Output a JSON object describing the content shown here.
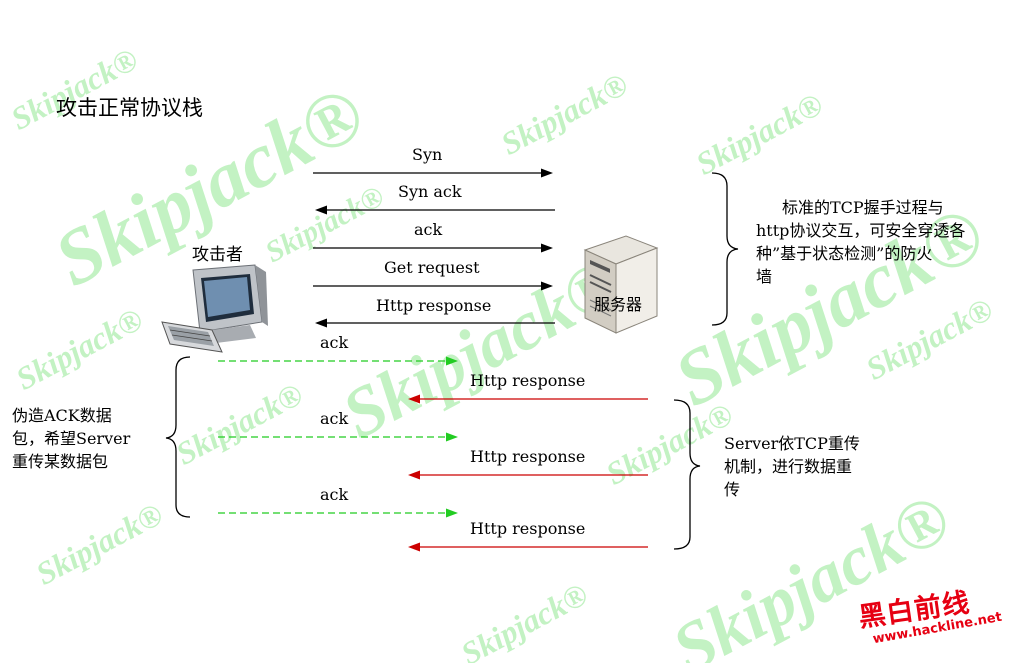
{
  "title": "攻击正常协议栈",
  "attacker_label": "攻击者",
  "server_label": "服务器",
  "normal_flow": [
    {
      "label": "Syn",
      "direction": "right"
    },
    {
      "label": "Syn ack",
      "direction": "left"
    },
    {
      "label": "ack",
      "direction": "right"
    },
    {
      "label": "Get request",
      "direction": "right"
    },
    {
      "label": "Http response",
      "direction": "left"
    }
  ],
  "attack_flow": [
    {
      "ack_label": "ack",
      "response_label": "Http response"
    },
    {
      "ack_label": "ack",
      "response_label": "Http response"
    },
    {
      "ack_label": "ack",
      "response_label": "Http response"
    }
  ],
  "notes": {
    "right_top": [
      "标准的TCP握手过程与",
      "http协议交互，可安全穿透各",
      "种”基于状态检测”的防火",
      "墙"
    ],
    "left_bottom": [
      "伪造ACK数据",
      "包，希望Server",
      "重传某数据包"
    ],
    "right_bottom": [
      "Server依TCP重传",
      "机制，进行数据重",
      "传"
    ]
  },
  "watermark": "Skipjack®",
  "logo": {
    "text": "黑白前线",
    "url": "www.hackline.net"
  },
  "colors": {
    "normal_arrow": "#000000",
    "ack_arrow": "#22cc22",
    "response_arrow": "#cc0000",
    "watermark": "#c3f2c3",
    "logo": "#e60012"
  }
}
